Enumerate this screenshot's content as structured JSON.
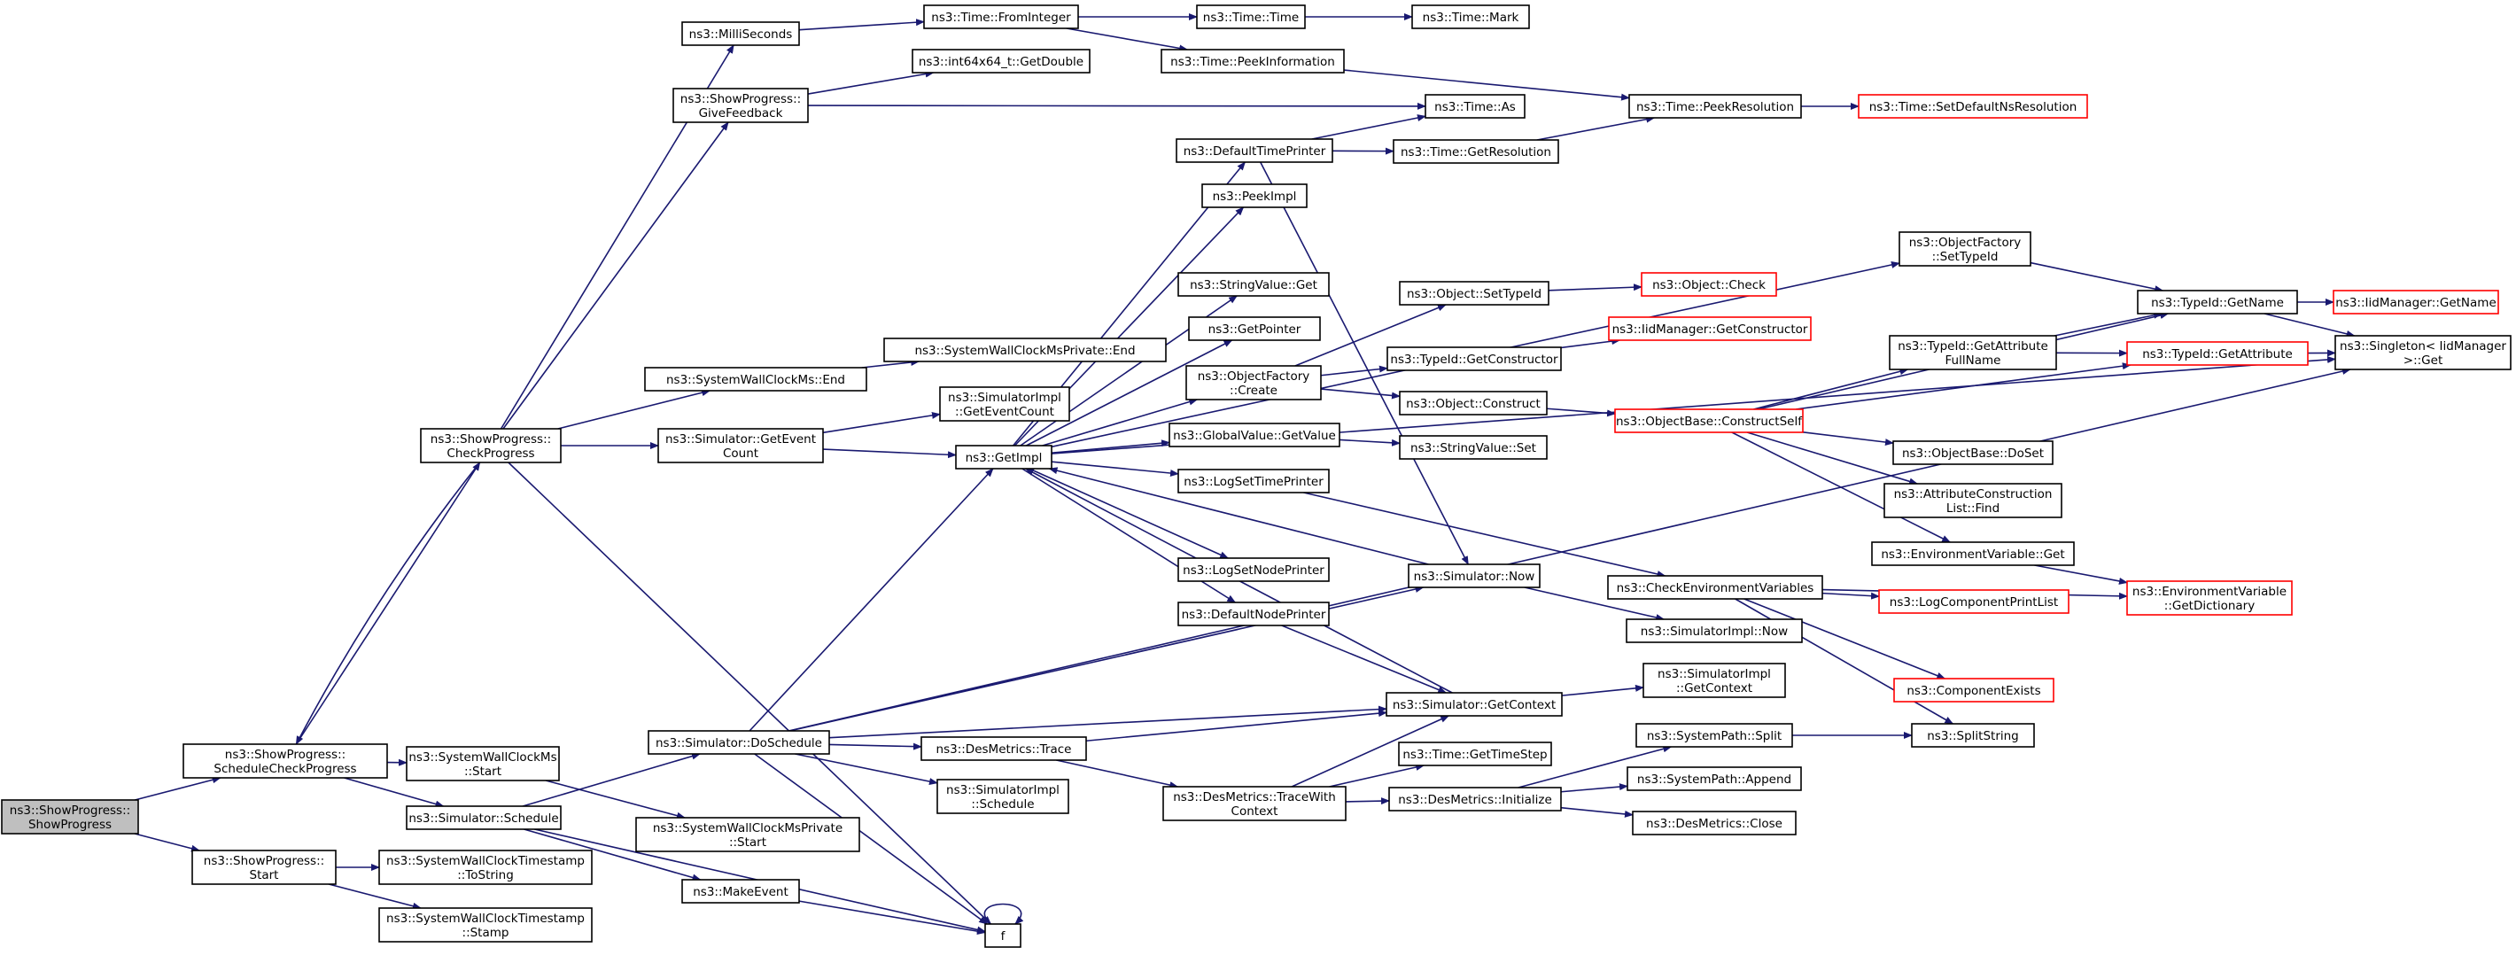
{
  "colors": {
    "edge": "#191970",
    "node_border": "#000000",
    "truncated_border": "#ff0000",
    "root_fill": "#bfbfbf",
    "node_fill": "#ffffff"
  },
  "nodes": {
    "root": [
      "ns3::ShowProgress::",
      "ShowProgress"
    ],
    "schedcheck": [
      "ns3::ShowProgress::",
      "ScheduleCheckProgress"
    ],
    "spstart": [
      "ns3::ShowProgress::",
      "Start"
    ],
    "checkprog": [
      "ns3::ShowProgress::",
      "CheckProgress"
    ],
    "wallstart": [
      "ns3::SystemWallClockMs",
      "::Start"
    ],
    "simsched": [
      "ns3::Simulator::Schedule"
    ],
    "tostring": [
      "ns3::SystemWallClockTimestamp",
      "::ToString"
    ],
    "stamp": [
      "ns3::SystemWallClockTimestamp",
      "::Stamp"
    ],
    "millisec": [
      "ns3::MilliSeconds"
    ],
    "givefb": [
      "ns3::ShowProgress::",
      "GiveFeedback"
    ],
    "wallend": [
      "ns3::SystemWallClockMs::End"
    ],
    "geteventcount": [
      "ns3::Simulator::GetEvent",
      "Count"
    ],
    "doschedule": [
      "ns3::Simulator::DoSchedule"
    ],
    "privstart": [
      "ns3::SystemWallClockMsPrivate",
      "::Start"
    ],
    "makeevent": [
      "ns3::MakeEvent"
    ],
    "fromint": [
      "ns3::Time::FromInteger"
    ],
    "getdouble": [
      "ns3::int64x64_t::GetDouble"
    ],
    "privend": [
      "ns3::SystemWallClockMsPrivate::End"
    ],
    "implcount": [
      "ns3::SimulatorImpl",
      "::GetEventCount"
    ],
    "getimpl": [
      "ns3::GetImpl"
    ],
    "dmtrace": [
      "ns3::DesMetrics::Trace"
    ],
    "implsched": [
      "ns3::SimulatorImpl",
      "::Schedule"
    ],
    "f": [
      "f"
    ],
    "time": [
      "ns3::Time::Time"
    ],
    "peekinfo": [
      "ns3::Time::PeekInformation"
    ],
    "deftp": [
      "ns3::DefaultTimePrinter"
    ],
    "peekimpl": [
      "ns3::PeekImpl"
    ],
    "strget": [
      "ns3::StringValue::Get"
    ],
    "getptr": [
      "ns3::GetPointer"
    ],
    "ofcreate": [
      "ns3::ObjectFactory",
      "::Create"
    ],
    "gvget": [
      "ns3::GlobalValue::GetValue"
    ],
    "logstp": [
      "ns3::LogSetTimePrinter"
    ],
    "logsnp": [
      "ns3::LogSetNodePrinter"
    ],
    "defnp": [
      "ns3::DefaultNodePrinter"
    ],
    "tracectx": [
      "ns3::DesMetrics::TraceWith",
      "Context"
    ],
    "mark": [
      "ns3::Time::Mark"
    ],
    "tas": [
      "ns3::Time::As"
    ],
    "getres": [
      "ns3::Time::GetResolution"
    ],
    "setypeid": [
      "ns3::Object::SetTypeId"
    ],
    "getctor": [
      "ns3::TypeId::GetConstructor"
    ],
    "objconstruct": [
      "ns3::Object::Construct"
    ],
    "strset": [
      "ns3::StringValue::Set"
    ],
    "simnow": [
      "ns3::Simulator::Now"
    ],
    "simgetctx": [
      "ns3::Simulator::GetContext"
    ],
    "timestep": [
      "ns3::Time::GetTimeStep"
    ],
    "dminit": [
      "ns3::DesMetrics::Initialize"
    ],
    "peekres": [
      "ns3::Time::PeekResolution"
    ],
    "ofsettid": [
      "ns3::ObjectFactory",
      "::SetTypeId"
    ],
    "objcheck": [
      "ns3::Object::Check"
    ],
    "iidgetctor": [
      "ns3::IidManager::GetConstructor"
    ],
    "construct": [
      "ns3::ObjectBase::ConstructSelf"
    ],
    "checkenv": [
      "ns3::CheckEnvironmentVariables"
    ],
    "implnow": [
      "ns3::SimulatorImpl::Now"
    ],
    "implctx": [
      "ns3::SimulatorImpl",
      "::GetContext"
    ],
    "spsplit": [
      "ns3::SystemPath::Split"
    ],
    "spappend": [
      "ns3::SystemPath::Append"
    ],
    "dmclose": [
      "ns3::DesMetrics::Close"
    ],
    "setdefres": [
      "ns3::Time::SetDefaultNsResolution"
    ],
    "gattrfull": [
      "ns3::TypeId::GetAttribute",
      "FullName"
    ],
    "dosetobj": [
      "ns3::ObjectBase::DoSet"
    ],
    "attrfind": [
      "ns3::AttributeConstruction",
      "List::Find"
    ],
    "envget": [
      "ns3::EnvironmentVariable::Get"
    ],
    "logcpl": [
      "ns3::LogComponentPrintList"
    ],
    "compexists": [
      "ns3::ComponentExists"
    ],
    "splitstr": [
      "ns3::SplitString"
    ],
    "tidgetname": [
      "ns3::TypeId::GetName"
    ],
    "tidgetattr": [
      "ns3::TypeId::GetAttribute"
    ],
    "envdict": [
      "ns3::EnvironmentVariable",
      "::GetDictionary"
    ],
    "iidgetname": [
      "ns3::IidManager::GetName"
    ],
    "singleton": [
      "ns3::Singleton< IidManager",
      " >::Get"
    ]
  },
  "edges": [
    [
      "root",
      "schedcheck"
    ],
    [
      "root",
      "spstart"
    ],
    [
      "schedcheck",
      "checkprog"
    ],
    [
      "schedcheck",
      "wallstart"
    ],
    [
      "schedcheck",
      "simsched"
    ],
    [
      "spstart",
      "tostring"
    ],
    [
      "spstart",
      "stamp"
    ],
    [
      "checkprog",
      "schedcheck"
    ],
    [
      "checkprog",
      "millisec"
    ],
    [
      "checkprog",
      "givefb"
    ],
    [
      "checkprog",
      "wallend"
    ],
    [
      "checkprog",
      "geteventcount"
    ],
    [
      "checkprog",
      "f"
    ],
    [
      "wallstart",
      "privstart"
    ],
    [
      "simsched",
      "doschedule"
    ],
    [
      "simsched",
      "makeevent"
    ],
    [
      "simsched",
      "f"
    ],
    [
      "millisec",
      "fromint"
    ],
    [
      "givefb",
      "getdouble"
    ],
    [
      "givefb",
      "tas"
    ],
    [
      "wallend",
      "privend"
    ],
    [
      "geteventcount",
      "implcount"
    ],
    [
      "geteventcount",
      "getimpl"
    ],
    [
      "doschedule",
      "getimpl"
    ],
    [
      "doschedule",
      "simnow"
    ],
    [
      "doschedule",
      "simgetctx"
    ],
    [
      "doschedule",
      "dmtrace"
    ],
    [
      "doschedule",
      "implsched"
    ],
    [
      "doschedule",
      "f"
    ],
    [
      "doschedule",
      "singleton"
    ],
    [
      "makeevent",
      "f"
    ],
    [
      "f",
      "f"
    ],
    [
      "fromint",
      "time"
    ],
    [
      "fromint",
      "peekinfo"
    ],
    [
      "time",
      "mark"
    ],
    [
      "peekinfo",
      "peekres"
    ],
    [
      "getimpl",
      "deftp"
    ],
    [
      "getimpl",
      "peekimpl"
    ],
    [
      "getimpl",
      "ofsettid"
    ],
    [
      "getimpl",
      "strget"
    ],
    [
      "getimpl",
      "getptr"
    ],
    [
      "getimpl",
      "ofcreate"
    ],
    [
      "getimpl",
      "gvget"
    ],
    [
      "getimpl",
      "logstp"
    ],
    [
      "getimpl",
      "logsnp"
    ],
    [
      "getimpl",
      "defnp"
    ],
    [
      "getimpl",
      "singleton"
    ],
    [
      "deftp",
      "tas"
    ],
    [
      "deftp",
      "getres"
    ],
    [
      "deftp",
      "simnow"
    ],
    [
      "getres",
      "peekres"
    ],
    [
      "peekres",
      "setdefres"
    ],
    [
      "ofcreate",
      "setypeid"
    ],
    [
      "ofcreate",
      "getctor"
    ],
    [
      "ofcreate",
      "objconstruct"
    ],
    [
      "setypeid",
      "objcheck"
    ],
    [
      "getctor",
      "iidgetctor"
    ],
    [
      "objconstruct",
      "construct"
    ],
    [
      "gvget",
      "strset"
    ],
    [
      "logstp",
      "checkenv"
    ],
    [
      "simnow",
      "getimpl"
    ],
    [
      "simnow",
      "implnow"
    ],
    [
      "defnp",
      "simgetctx"
    ],
    [
      "simgetctx",
      "getimpl"
    ],
    [
      "simgetctx",
      "implctx"
    ],
    [
      "dmtrace",
      "simgetctx"
    ],
    [
      "dmtrace",
      "tracectx"
    ],
    [
      "tracectx",
      "simgetctx"
    ],
    [
      "tracectx",
      "timestep"
    ],
    [
      "tracectx",
      "dminit"
    ],
    [
      "dminit",
      "spsplit"
    ],
    [
      "dminit",
      "spappend"
    ],
    [
      "dminit",
      "dmclose"
    ],
    [
      "spsplit",
      "splitstr"
    ],
    [
      "checkenv",
      "logcpl"
    ],
    [
      "checkenv",
      "envdict"
    ],
    [
      "checkenv",
      "compexists"
    ],
    [
      "checkenv",
      "splitstr"
    ],
    [
      "construct",
      "tidgetname"
    ],
    [
      "construct",
      "gattrfull"
    ],
    [
      "construct",
      "tidgetattr"
    ],
    [
      "construct",
      "dosetobj"
    ],
    [
      "construct",
      "attrfind"
    ],
    [
      "construct",
      "envget"
    ],
    [
      "envget",
      "envdict"
    ],
    [
      "ofsettid",
      "tidgetname"
    ],
    [
      "gattrfull",
      "tidgetname"
    ],
    [
      "gattrfull",
      "tidgetattr"
    ],
    [
      "tidgetname",
      "iidgetname"
    ],
    [
      "tidgetname",
      "singleton"
    ],
    [
      "tidgetattr",
      "singleton"
    ]
  ]
}
